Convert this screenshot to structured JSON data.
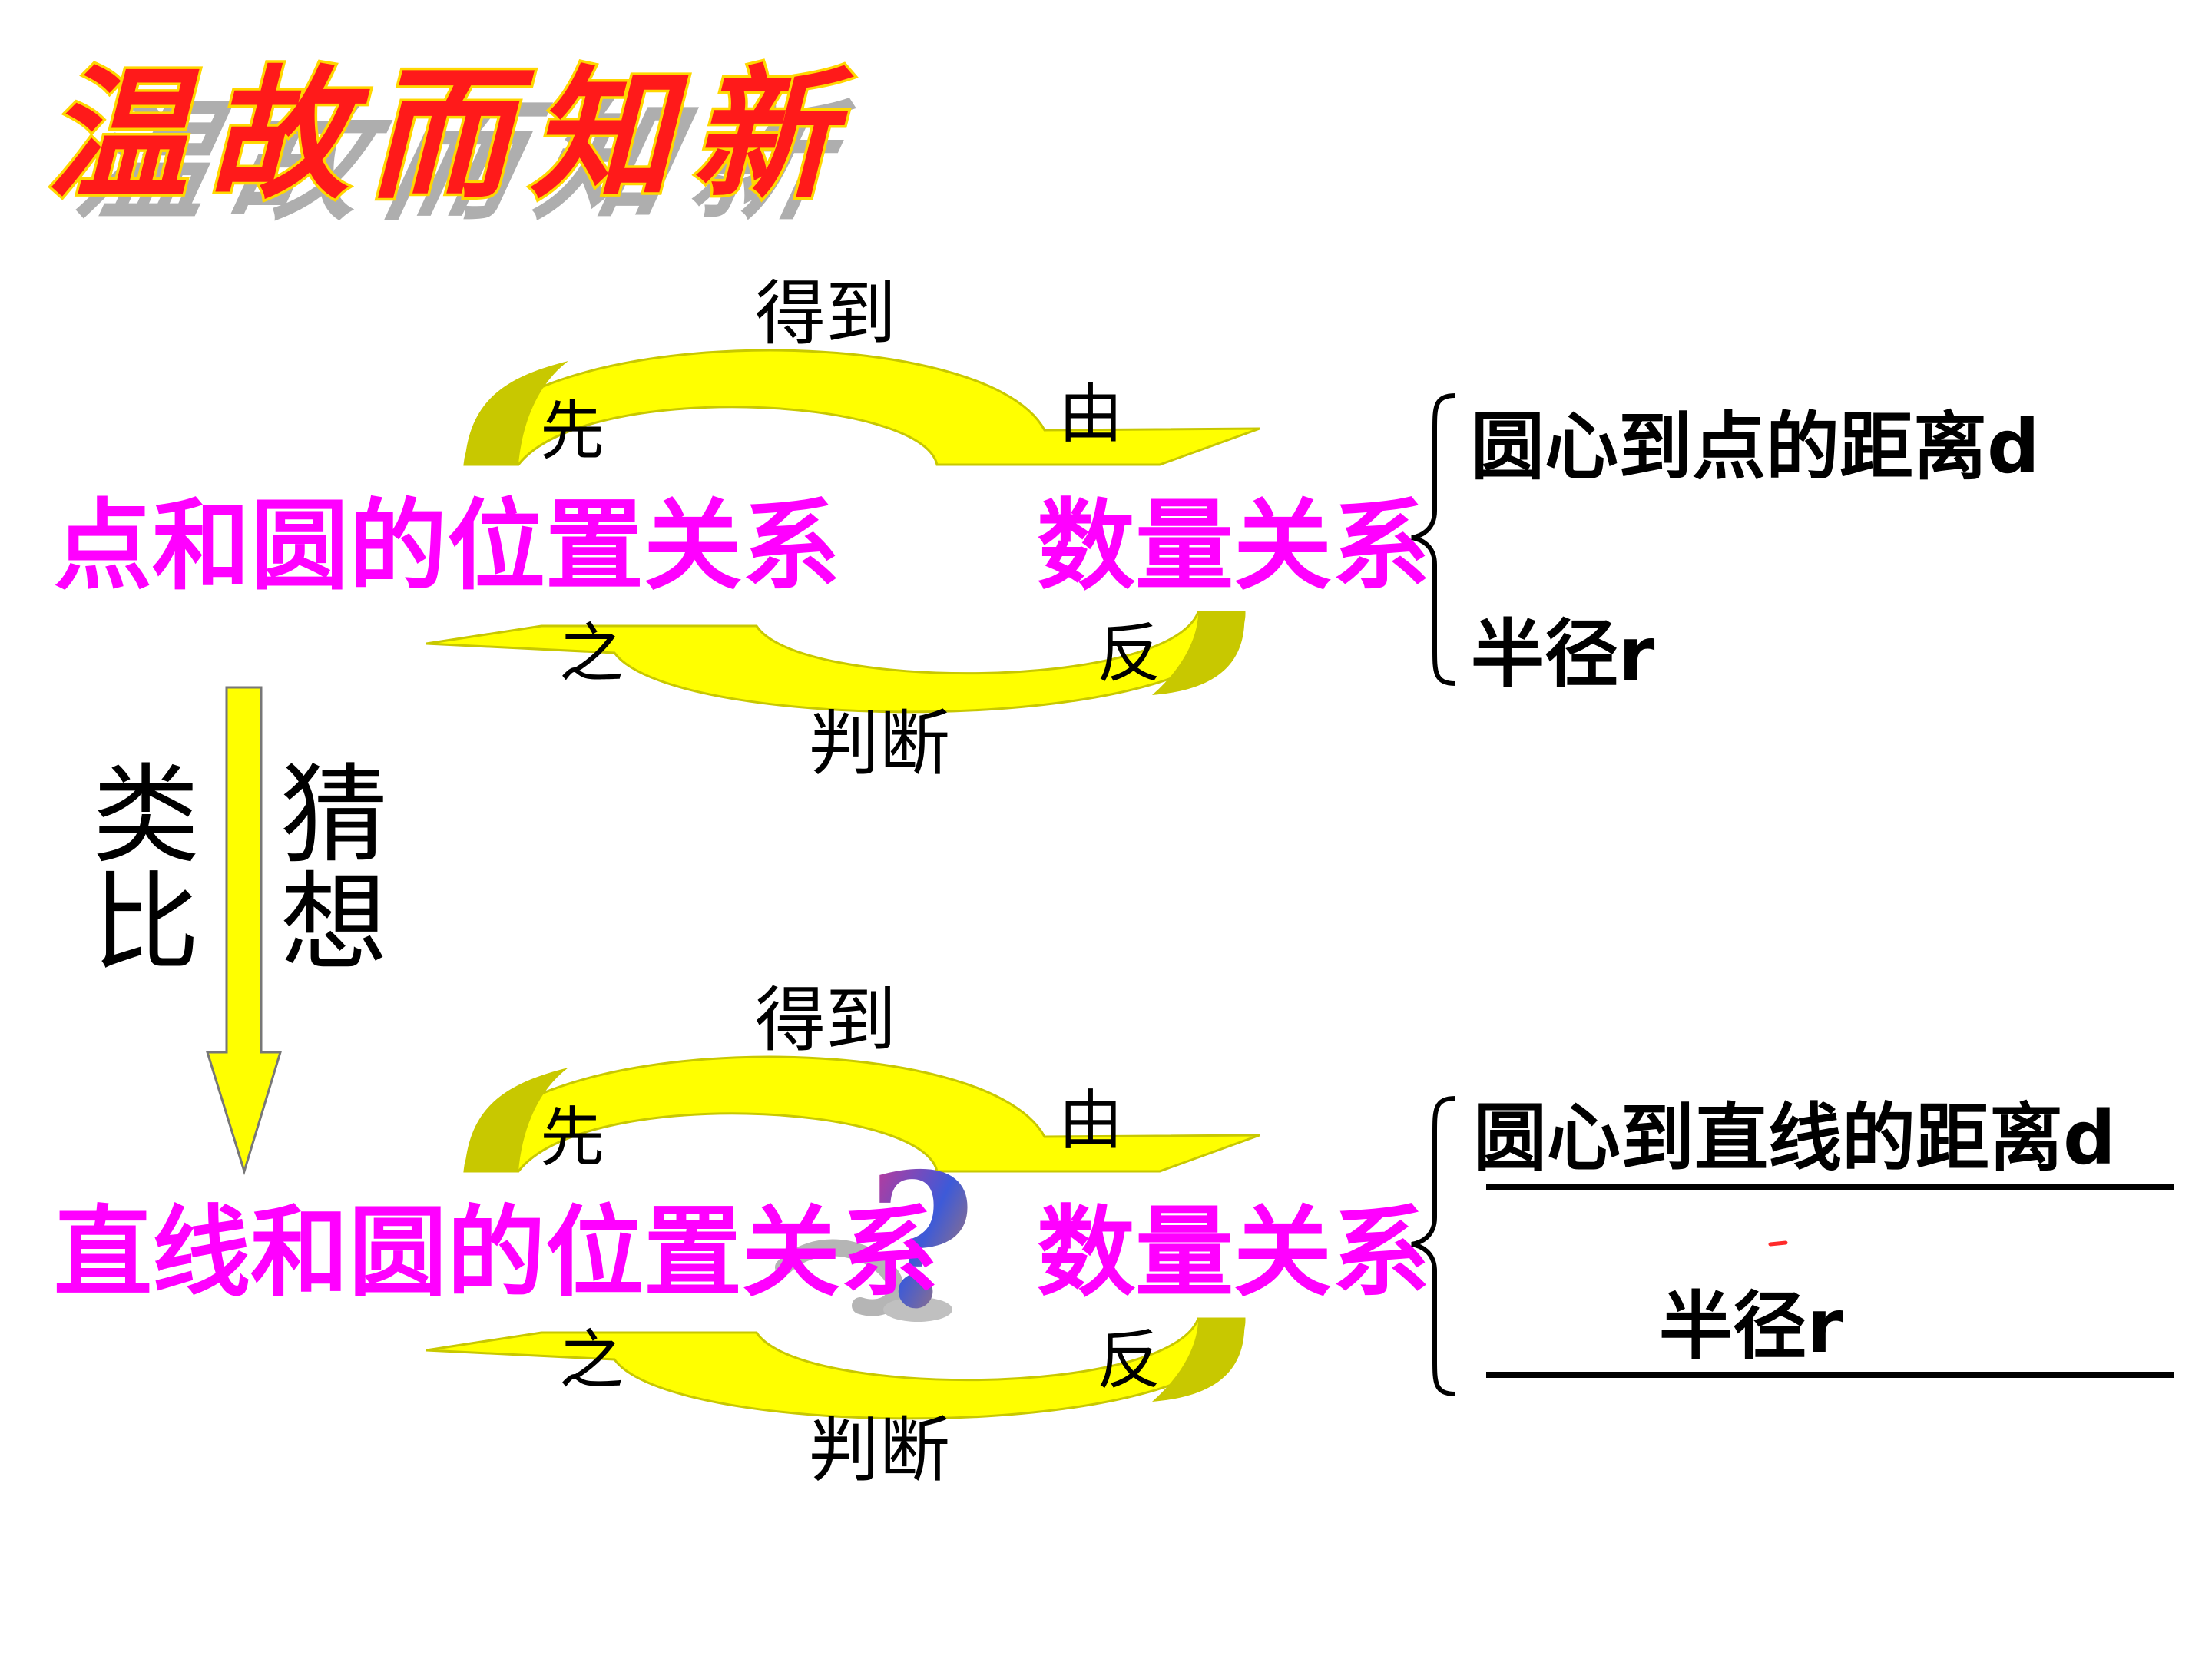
{
  "title": {
    "text": "温故而知新",
    "fill_color": "#ff1a1a",
    "stroke_color": "#ffd700",
    "shadow_color": "#9a9a9a"
  },
  "colors": {
    "arrow_fill": "#ffff00",
    "arrow_stroke": "#d7d700",
    "arrow_dark": "#c8c800",
    "heading_magenta": "#ff00ff",
    "text_black": "#000000",
    "question_mark": [
      "#e0308a",
      "#3d5ad8",
      "#f08a2a"
    ]
  },
  "cycle_labels": {
    "top": "得到",
    "bottom": "判断",
    "left_top": "先",
    "right_top": "由",
    "left_bottom": "之",
    "right_bottom": "反"
  },
  "diagram_top": {
    "left_heading": "点和圆的位置关系",
    "right_heading": "数量关系",
    "brace_items": [
      "圆心到点的距离d",
      "半径r"
    ]
  },
  "diagram_bottom": {
    "left_heading": "直线和圆的位置关系",
    "right_heading": "数量关系",
    "brace_items": [
      "圆心到直线的距离d",
      "半径r"
    ],
    "question_mark": "?"
  },
  "analogy": {
    "left": [
      "类",
      "比"
    ],
    "right": [
      "猜",
      "想"
    ]
  }
}
